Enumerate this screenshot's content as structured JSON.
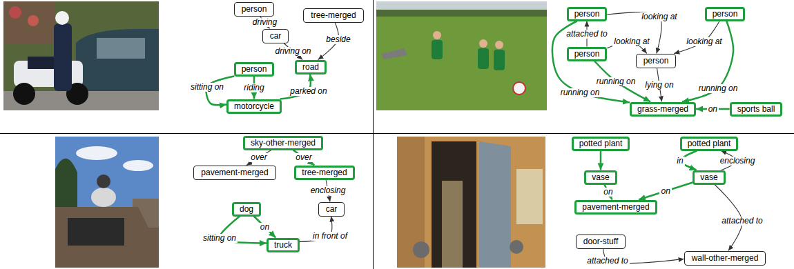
{
  "diagram": {
    "nodes": [
      {
        "text": [
          "person"
        ]
      },
      {
        "text": [
          "car"
        ]
      },
      {
        "text": [
          "tree-merged"
        ]
      },
      {
        "text": [
          "person"
        ]
      },
      {
        "text": [
          "road"
        ]
      },
      {
        "text": [
          "motorcycle"
        ]
      },
      {
        "text": [
          "person"
        ]
      },
      {
        "text": [
          "person"
        ]
      },
      {
        "text": [
          "person"
        ]
      },
      {
        "text": [
          "person"
        ]
      },
      {
        "text": [
          "grass-merged"
        ]
      },
      {
        "text": [
          "sports ball"
        ]
      },
      {
        "text": [
          "sky-other-merged"
        ]
      },
      {
        "text": [
          "pavement-merged"
        ]
      },
      {
        "text": [
          "tree-merged"
        ]
      },
      {
        "text": [
          "dog"
        ]
      },
      {
        "text": [
          "car"
        ]
      },
      {
        "text": [
          "truck"
        ]
      },
      {
        "text": [
          "potted plant"
        ]
      },
      {
        "text": [
          "potted plant"
        ]
      },
      {
        "text": [
          "vase"
        ]
      },
      {
        "text": [
          "vase"
        ]
      },
      {
        "text": [
          "pavement-merged"
        ]
      },
      {
        "text": [
          "door-stuff"
        ]
      },
      {
        "text": [
          "wall-other-merged"
        ]
      }
    ],
    "edges": [
      {
        "from": 0,
        "to": 1,
        "arrow": "to",
        "label": "driving"
      },
      {
        "from": 1,
        "to": 4,
        "arrow": "to",
        "label": "driving on"
      },
      {
        "from": 2,
        "to": 4,
        "arrow": "to",
        "label": "beside"
      },
      {
        "from": 3,
        "to": 5,
        "arrow": "to",
        "label": "sitting on"
      },
      {
        "from": 3,
        "to": 5,
        "arrow": "to",
        "label": "riding"
      },
      {
        "from": 5,
        "to": 4,
        "arrow": "to",
        "label": "parked on"
      },
      {
        "from": 6,
        "to": 9,
        "arrow": "to",
        "label": "looking at"
      },
      {
        "from": 7,
        "to": 9,
        "arrow": "to",
        "label": "looking at"
      },
      {
        "from": 8,
        "to": 6,
        "arrow": "to",
        "label": "attached to"
      },
      {
        "from": 8,
        "to": 9,
        "arrow": "to",
        "label": "looking at"
      },
      {
        "from": 6,
        "to": 10,
        "arrow": "to",
        "label": "running on"
      },
      {
        "from": 8,
        "to": 10,
        "arrow": "to",
        "label": "running on"
      },
      {
        "from": 9,
        "to": 10,
        "arrow": "to",
        "label": "lying on"
      },
      {
        "from": 7,
        "to": 10,
        "arrow": "to",
        "label": "running on"
      },
      {
        "from": 11,
        "to": 10,
        "arrow": "to",
        "label": "on"
      },
      {
        "from": 12,
        "to": 13,
        "arrow": "to",
        "label": "over"
      },
      {
        "from": 12,
        "to": 14,
        "arrow": "to",
        "label": "over"
      },
      {
        "from": 14,
        "to": 16,
        "arrow": "to",
        "label": "enclosing"
      },
      {
        "from": 15,
        "to": 17,
        "arrow": "to",
        "label": "on"
      },
      {
        "from": 15,
        "to": 17,
        "arrow": "to",
        "label": "sitting on"
      },
      {
        "from": 17,
        "to": 16,
        "arrow": "to",
        "label": "in front of"
      },
      {
        "from": 18,
        "to": 20,
        "arrow": "to"
      },
      {
        "from": 19,
        "to": 21,
        "arrow": "to",
        "label": "in"
      },
      {
        "from": 21,
        "to": 19,
        "arrow": "to",
        "label": "enclosing"
      },
      {
        "from": 20,
        "to": 22,
        "arrow": "to",
        "label": "on"
      },
      {
        "from": 21,
        "to": 22,
        "arrow": "to",
        "label": "on"
      },
      {
        "from": 21,
        "to": 24,
        "arrow": "to",
        "label": "attached to"
      },
      {
        "from": 23,
        "to": 24,
        "arrow": "to",
        "label": "attached to"
      }
    ]
  }
}
